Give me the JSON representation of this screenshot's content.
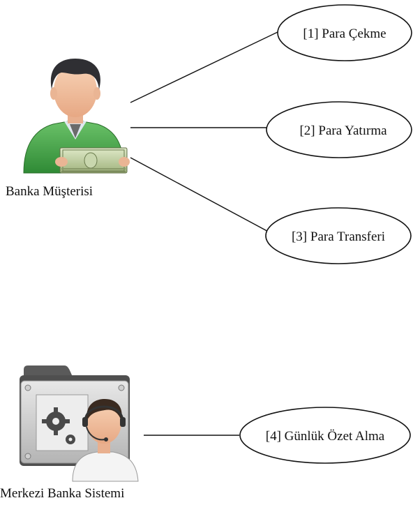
{
  "actors": [
    {
      "label": "Banka Müşterisi",
      "icon": "bank-customer-icon"
    },
    {
      "label": "Merkezi Banka Sistemi",
      "icon": "central-bank-system-icon"
    }
  ],
  "use_cases": [
    {
      "label": "[1] Para Çekme",
      "actor": "Banka Müşterisi"
    },
    {
      "label": "[2] Para Yatırma",
      "actor": "Banka Müşterisi"
    },
    {
      "label": "[3] Para Transferi",
      "actor": "Banka Müşterisi"
    },
    {
      "label": "[4] Günlük Özet Alma",
      "actor": "Merkezi Banka Sistemi"
    }
  ]
}
